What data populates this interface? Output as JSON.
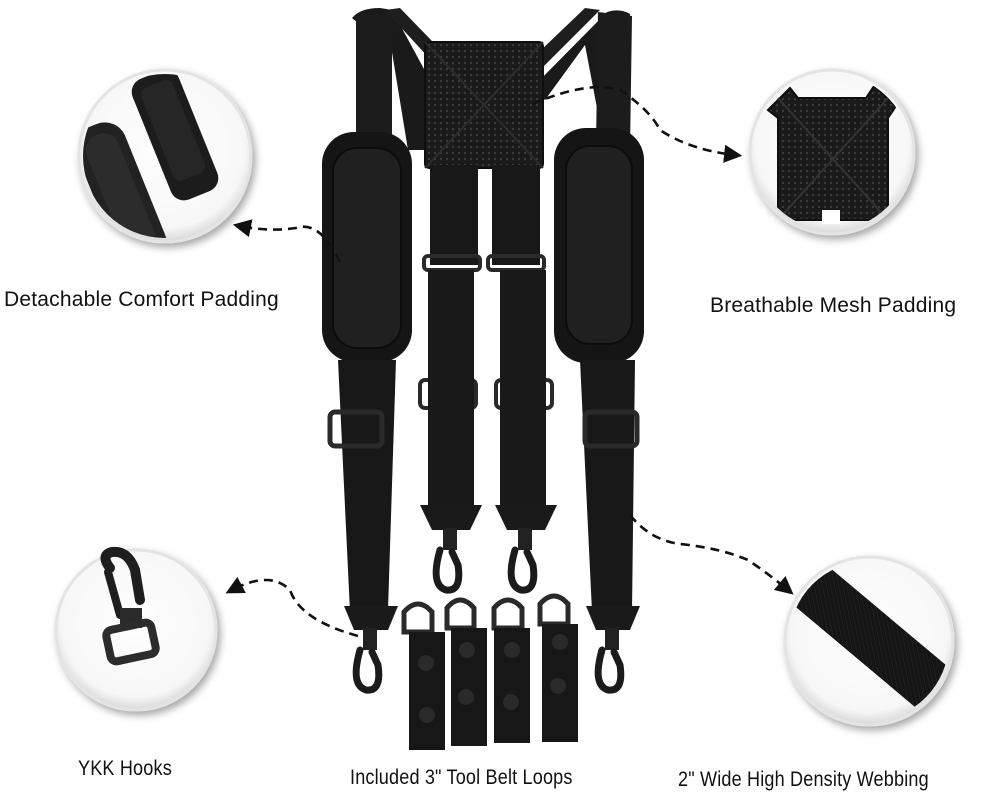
{
  "image": {
    "subject": "Heavy-duty tool belt suspenders with feature callouts",
    "background_color": "#ffffff",
    "product_color": "#141414"
  },
  "callouts": [
    {
      "id": "padding",
      "label": "Detachable Comfort Padding",
      "position": "left-upper",
      "icon": "shoulder-pad-zoom"
    },
    {
      "id": "mesh",
      "label": "Breathable Mesh Padding",
      "position": "right-upper",
      "icon": "mesh-back-pad-zoom"
    },
    {
      "id": "ykk",
      "label": "YKK Hooks",
      "position": "left-lower",
      "icon": "swivel-hook-zoom"
    },
    {
      "id": "loops",
      "label": "Included 3\" Tool Belt Loops",
      "position": "bottom-center",
      "icon": "belt-loop"
    },
    {
      "id": "webbing",
      "label": "2\" Wide High Density Webbing",
      "position": "right-lower",
      "icon": "webbing-zoom"
    }
  ],
  "product": {
    "straps": 4,
    "hooks": 4,
    "belt_loops": 4,
    "shoulder_pads": 2
  }
}
